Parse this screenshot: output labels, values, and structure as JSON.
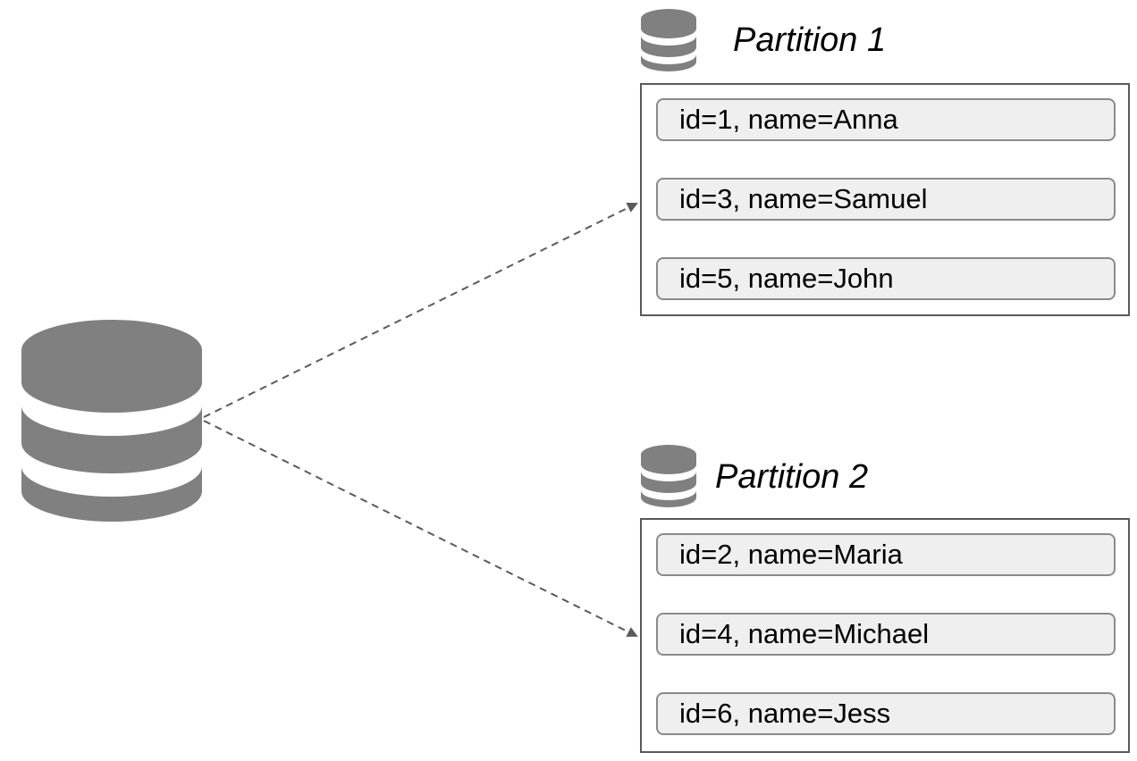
{
  "colors": {
    "icon_gray": "#808080",
    "record_fill": "#efefef",
    "record_border": "#8a8a8a",
    "box_border": "#5a5a5a",
    "arrow": "#5a5a5a"
  },
  "source": {
    "icon": "database-icon"
  },
  "partitions": [
    {
      "title": "Partition 1",
      "icon": "database-icon",
      "records": [
        "id=1, name=Anna",
        "id=3, name=Samuel",
        "id=5, name=John"
      ]
    },
    {
      "title": "Partition 2",
      "icon": "database-icon",
      "records": [
        "id=2, name=Maria",
        "id=4, name=Michael",
        "id=6, name=Jess"
      ]
    }
  ]
}
